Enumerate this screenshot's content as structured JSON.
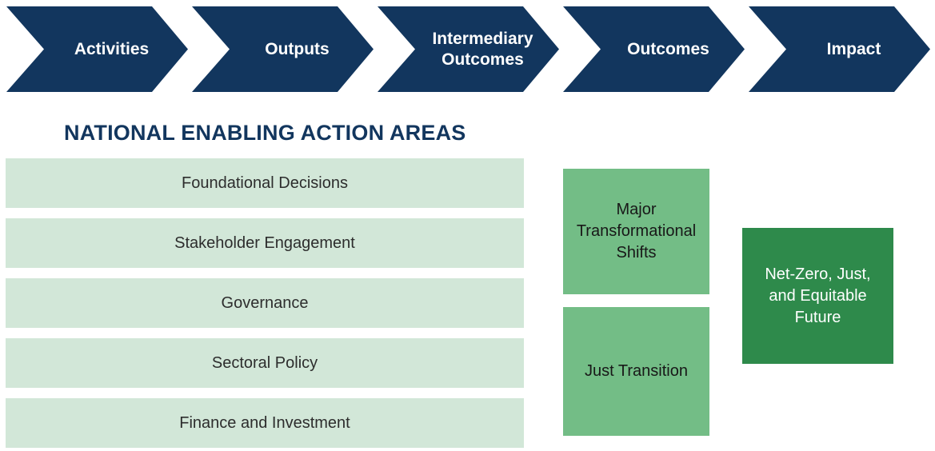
{
  "palette": {
    "navy": "#12365E",
    "light_green": "#D2E7D8",
    "medium_green": "#73BD86",
    "dark_green": "#2E8A4B",
    "arrow_text": "#FFFFFF",
    "body_text": "#2D2D2D"
  },
  "process_arrows": [
    {
      "label": "Activities"
    },
    {
      "label": "Outputs"
    },
    {
      "label": "Intermediary Outcomes"
    },
    {
      "label": "Outcomes"
    },
    {
      "label": "Impact"
    }
  ],
  "section_title": "NATIONAL ENABLING ACTION AREAS",
  "action_areas": [
    {
      "label": "Foundational Decisions"
    },
    {
      "label": "Stakeholder Engagement"
    },
    {
      "label": "Governance"
    },
    {
      "label": "Sectoral Policy"
    },
    {
      "label": "Finance and Investment"
    }
  ],
  "outcome_boxes": [
    {
      "label": "Major Transformational Shifts"
    },
    {
      "label": "Just Transition"
    }
  ],
  "impact_box": {
    "label": "Net-Zero, Just, and Equitable Future"
  }
}
